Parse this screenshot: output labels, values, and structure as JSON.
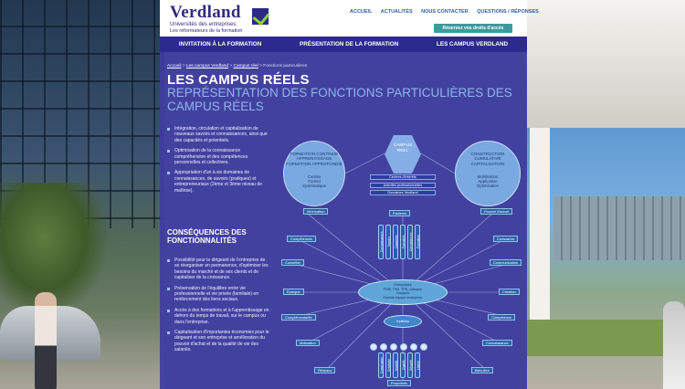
{
  "header": {
    "logo_name": "Verdland",
    "logo_sub1": "Universités des entreprises",
    "logo_sub2": "Les réformateurs de la formation",
    "top_links": [
      "ACCUEIL",
      "ACTUALITÉS",
      "NOUS CONTACTER",
      "QUESTIONS / RÉPONSES"
    ],
    "cta": "Réservez vos droits d'accès"
  },
  "main_nav": [
    "INVITATION À LA FORMATION",
    "PRÉSENTATION DE LA FORMATION",
    "LES CAMPUS VERDLAND"
  ],
  "breadcrumb": {
    "items": [
      "Accueil",
      "Les campus Verdland",
      "Campus réel"
    ],
    "current": "Fonctions particulières"
  },
  "title": "LES CAMPUS RÉELS",
  "subtitle": "REPRÉSENTATION DES FONCTIONS PARTICULIÈRES DES CAMPUS RÉELS",
  "bullets_1": [
    "Intégration, circulation et capitalisation de nouveaux savoirs et connaissances, ainsi que des capacités et potentiels.",
    "Optimisation de la connaissance compréhension et des compétences personnelles et collectives.",
    "Appropriation d'un à six domaines de connaissances, de savoirs (pratiques) et entrepreneuriaux (2ème et 3ème niveau de maîtrise)."
  ],
  "section2_title": "CONSÉQUENCES DES FONCTIONNALITÉS",
  "bullets_2": [
    "Possibilité pour le dirigeant de l'entreprise de se réorganiser en permanence, d'optimiser les besoins du marché et de ses clients et de capitaliser de la croissance.",
    "Préservation de l'équilibre entre vie professionnelle et vie privée (familiale) en renforcement des liens sociaux.",
    "Accès à des formations et à l'apprentissage en dehors du temps de travail, sur le campus ou dans l'entreprise.",
    "Capitalisation d'importantes économies pour le dirigeant et son entreprise et amélioration du pouvoir d'achat et de la qualité de vie des salariés."
  ],
  "diagram": {
    "left_circle": "FORMATION CONTINUE\nAPPRENTISSAGE\nFORMATION APPROFONDIE",
    "left_circle_sub": "Continu\nFormel\nSystématique",
    "right_circle": "CONSTRUCTION\nCUMULATIVE\nCAPITALISATION",
    "right_circle_sub": "Mobilisation\nApplication\nOptimisation",
    "hex": "CAMPUS\nRÉEL",
    "stack": [
      "Centres d'intérêts",
      "Activités professionnelles",
      "Domaines Verdland"
    ],
    "nodes": [
      "Information",
      "Facteurs",
      "Pouvoir d'achat",
      "Compétences",
      "Croissance",
      "Conseiller",
      "Communication",
      "Épargne",
      "Création",
      "Complémentarité",
      "Compétence",
      "Motivation",
      "Connaissance",
      "Réseaux",
      "Bien-être",
      "Propriétés"
    ],
    "pills_top": [
      "Connaissances",
      "Savoirs",
      "Capacités",
      "Potentiels",
      "Compétences",
      "Formation"
    ],
    "pills_bottom": [
      "Coopération",
      "Créativité",
      "Mobilité",
      "Qualité",
      "Sécurité",
      "Liberté"
    ],
    "center": "Entreprises\nPME, PMI, TPE, Artisans\nGroupes\nFamille équipe entreprise",
    "inner": "Individu"
  }
}
